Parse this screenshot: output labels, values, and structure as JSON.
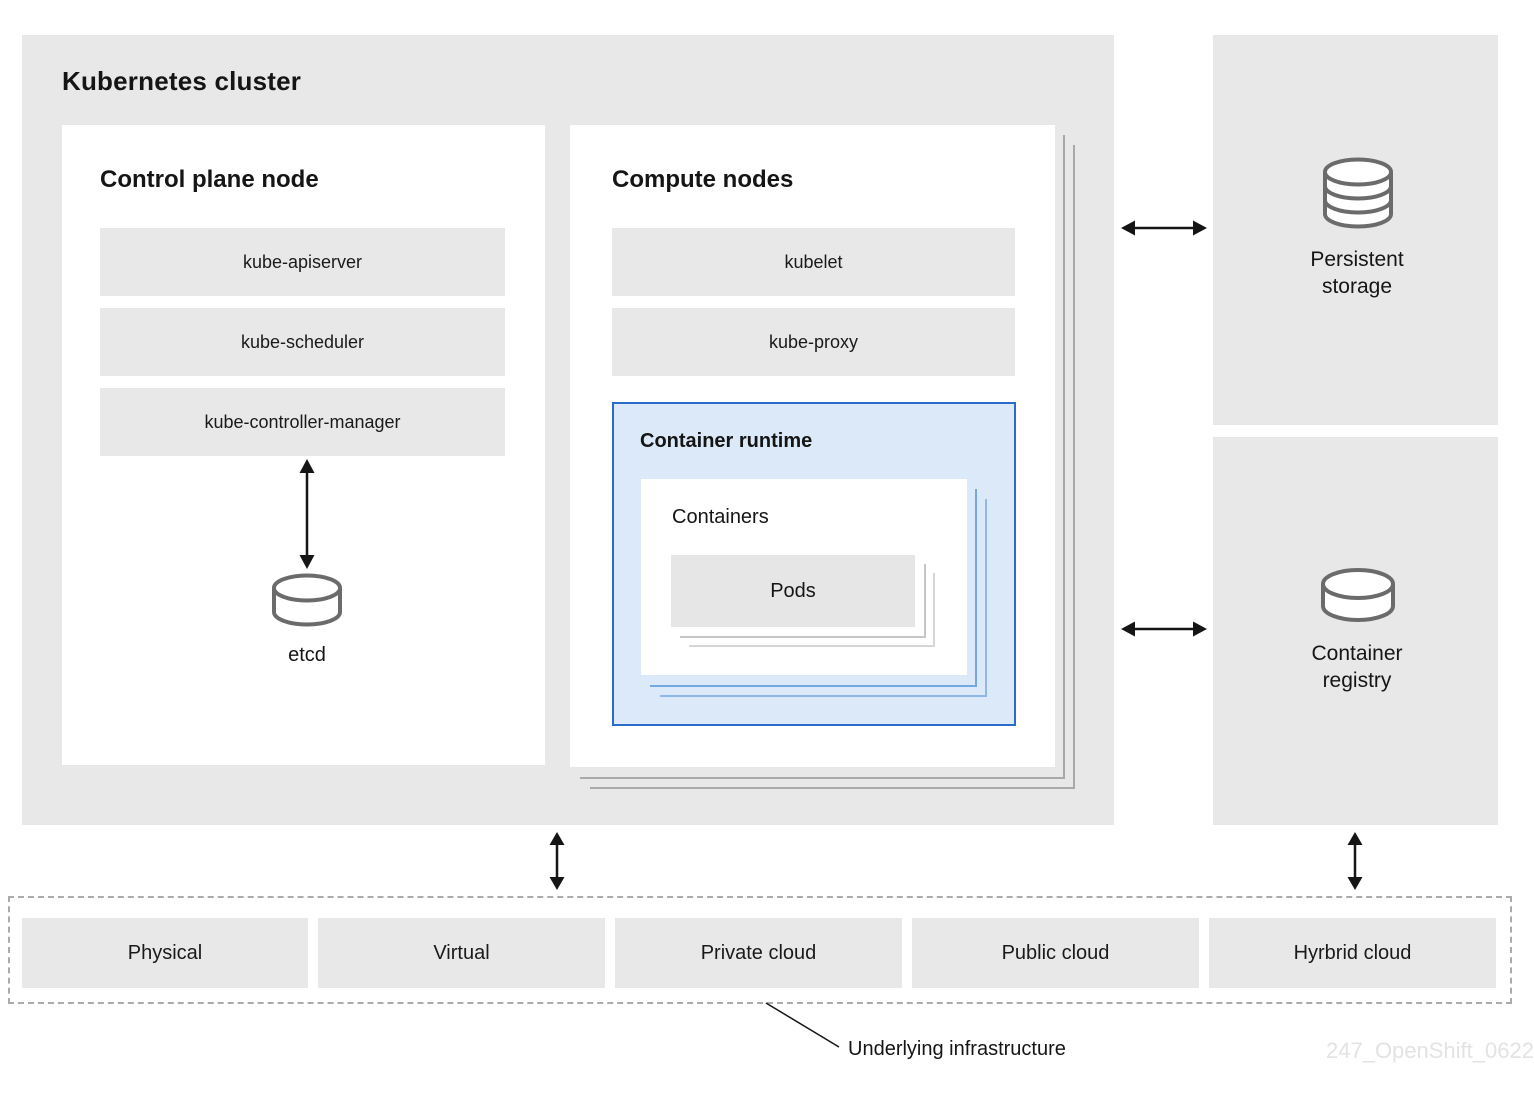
{
  "cluster": {
    "title": "Kubernetes cluster",
    "control_plane": {
      "title": "Control plane node",
      "components": [
        "kube-apiserver",
        "kube-scheduler",
        "kube-controller-manager"
      ],
      "datastore_label": "etcd"
    },
    "compute": {
      "title": "Compute nodes",
      "components": [
        "kubelet",
        "kube-proxy"
      ],
      "runtime": {
        "title": "Container runtime",
        "containers_label": "Containers",
        "pods_label": "Pods"
      }
    }
  },
  "external": {
    "storage_label": "Persistent storage",
    "registry_label": "Container registry"
  },
  "infrastructure": {
    "caption": "Underlying infrastructure",
    "options": [
      "Physical",
      "Virtual",
      "Private cloud",
      "Public cloud",
      "Hyrbrid cloud"
    ]
  },
  "watermark": "247_OpenShift_0622",
  "colors": {
    "box_gray": "#e8e8e8",
    "runtime_border": "#2b6cc8",
    "runtime_fill": "#dbe9f8",
    "icon_stroke": "#6b6b6b",
    "arrow": "#151515",
    "watermark_gray": "#e3e3e3"
  }
}
